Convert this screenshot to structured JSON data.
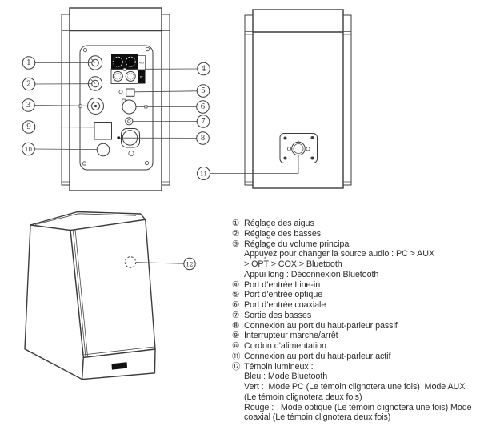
{
  "colors": {
    "line": "#3c3c3c",
    "text": "#2d2d2d",
    "dark_fill": "#101010",
    "background": "#ffffff"
  },
  "rear_panel_labels": {
    "aux": "AUX",
    "pc": "PC"
  },
  "callout_numbers": {
    "c1": "1",
    "c2": "2",
    "c3": "3",
    "c4": "4",
    "c5": "5",
    "c6": "6",
    "c7": "7",
    "c8": "8",
    "c9": "9",
    "c10": "10",
    "c11": "11",
    "c12": "12"
  },
  "legend": {
    "lines": [
      {
        "num": "①",
        "text": "Réglage des aigus"
      },
      {
        "num": "②",
        "text": "Réglage des basses"
      },
      {
        "num": "③",
        "text": "Réglage du volume principal"
      },
      {
        "num": "",
        "text": "Appuyez pour changer la source audio : PC > AUX"
      },
      {
        "num": "",
        "text": "> OPT > COX > Bluetooth"
      },
      {
        "num": "",
        "text": "Appui long : Déconnexion Bluetooth"
      },
      {
        "num": "④",
        "text": "Port d’entrée Line-in"
      },
      {
        "num": "⑤",
        "text": "Port d’entrée optique"
      },
      {
        "num": "⑥",
        "text": "Port d’entrée coaxiale"
      },
      {
        "num": "⑦",
        "text": "Sortie des basses"
      },
      {
        "num": "⑧",
        "text": "Connexion au port du haut-parleur passif"
      },
      {
        "num": "⑨",
        "text": "Interrupteur marche/arrêt"
      },
      {
        "num": "⑩",
        "text": "Cordon d’alimentation"
      },
      {
        "num": "⑪",
        "text": "Connexion au port du haut-parleur actif"
      },
      {
        "num": "⑫",
        "text": "Témoin lumineux :"
      },
      {
        "num": "",
        "text": "Bleu : Mode Bluetooth"
      },
      {
        "num": "",
        "text": "Vert :  Mode PC (Le témoin clignotera une fois)  Mode AUX"
      },
      {
        "num": "",
        "text": "(Le témoin clignotera deux fois)"
      },
      {
        "num": "",
        "text": "Rouge :   Mode optique (Le témoin clignotera une fois) Mode"
      },
      {
        "num": "",
        "text": "coaxial (Le témoin clignotera deux fois)"
      }
    ]
  }
}
